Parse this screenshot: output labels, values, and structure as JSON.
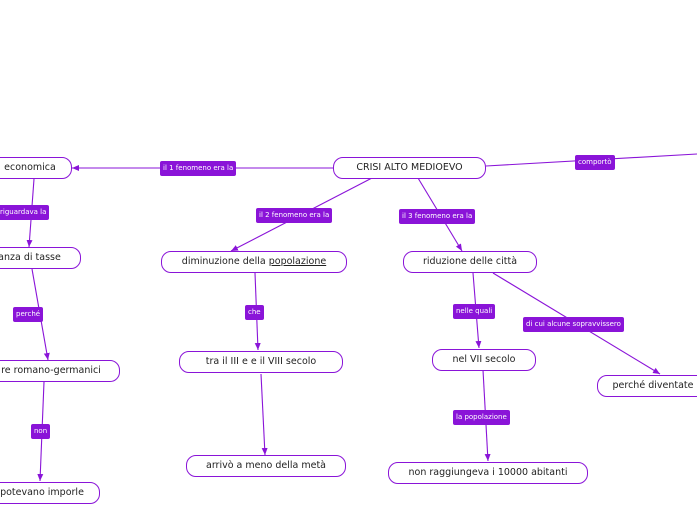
{
  "colors": {
    "accent": "#8a14d8",
    "text": "#222222",
    "background": "#ffffff"
  },
  "nodes": {
    "root": "CRISI ALTO MEDIOEVO",
    "economica": "economica",
    "tasse": "anza di tasse",
    "romano_germanici": "re romano-germanici",
    "imporle": "potevano imporle",
    "diminuzione_prefix": "diminuzione della ",
    "diminuzione_link": "popolazione",
    "secolo_range": "tra il III e e il VIII secolo",
    "meta": "arrivò a meno della metà",
    "riduzione": "riduzione delle città",
    "vii_secolo": "nel VII secolo",
    "abitanti": "non raggiungeva i 10000 abitanti",
    "diventate": "perché diventate"
  },
  "labels": {
    "fenomeno1": "il 1 fenomeno era la",
    "riguardava": "riguardava la",
    "perche": "perché",
    "non": "non",
    "fenomeno2": "il 2 fenomeno era la",
    "che": "che",
    "fenomeno3": "il 3 fenomeno era la",
    "nelle_quali": "nelle quali",
    "popolazione": "la popolazione",
    "sopravvissero": "di cui alcune sopravvissero",
    "comporto": "comportò"
  }
}
